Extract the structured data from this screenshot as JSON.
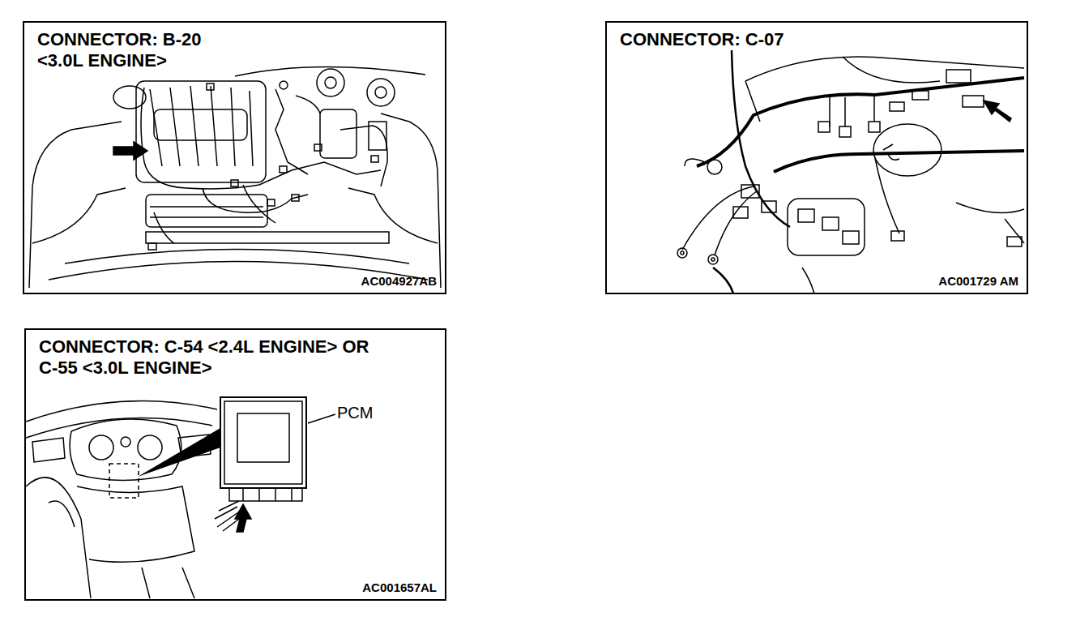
{
  "diagram": {
    "nodes": [
      {
        "text": [
          "CONNECTOR: B-20 <3.0L ENGINE>",
          "AC004927AB"
        ]
      },
      {
        "text": [
          "CONNECTOR: C-07",
          "AC001729 AM"
        ]
      },
      {
        "text": [
          "CONNECTOR: C-54 <2.4L ENGINE> OR C-55 <3.0L ENGINE>",
          "AC001657AL"
        ]
      }
    ],
    "labels": [
      "PCM"
    ]
  }
}
